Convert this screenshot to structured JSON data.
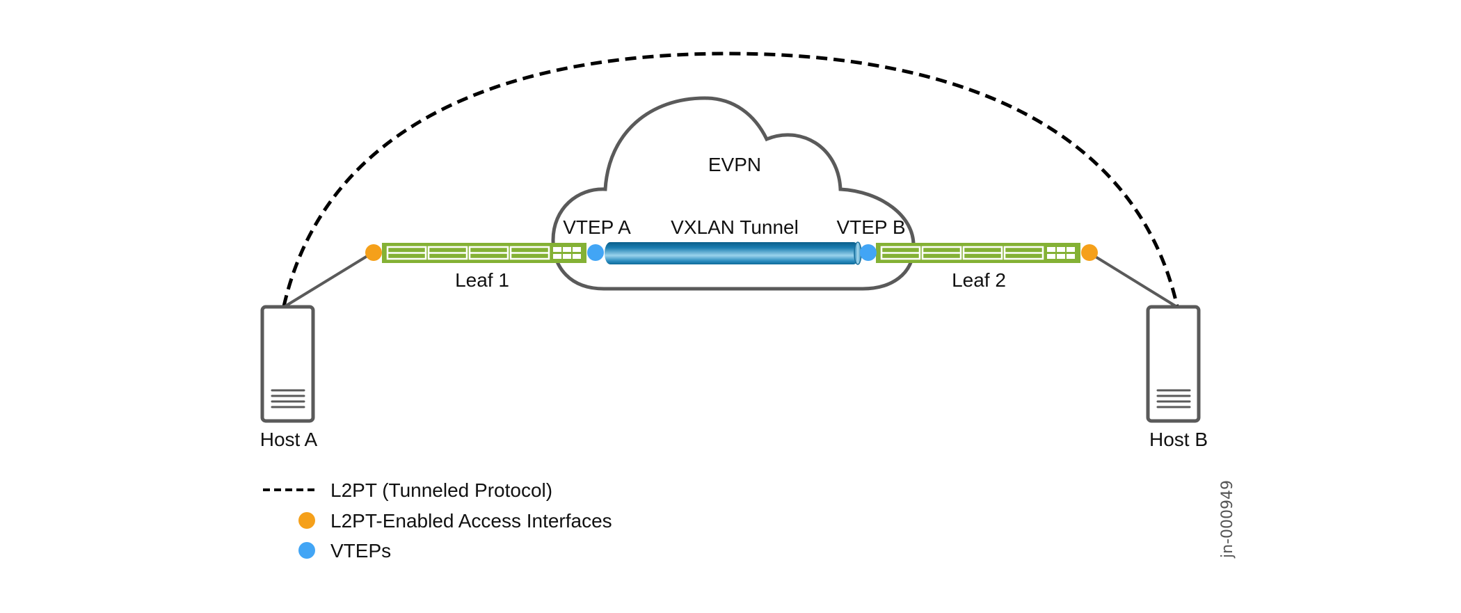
{
  "diagram": {
    "type": "network-topology",
    "colors": {
      "access_interface": "#f5a01a",
      "vtep": "#42a5f5",
      "switch": "#84b135",
      "outline": "#555555",
      "l2pt_line": "#000000",
      "tunnel_dark": "#0a5e8a",
      "tunnel_light": "#9ad3ec"
    },
    "cloud": {
      "label": "EVPN"
    },
    "tunnel": {
      "label": "VXLAN Tunnel"
    },
    "vteps": [
      {
        "id": "vtep-a",
        "label": "VTEP A"
      },
      {
        "id": "vtep-b",
        "label": "VTEP B"
      }
    ],
    "leaves": [
      {
        "id": "leaf-1",
        "label": "Leaf 1"
      },
      {
        "id": "leaf-2",
        "label": "Leaf 2"
      }
    ],
    "hosts": [
      {
        "id": "host-a",
        "label": "Host A"
      },
      {
        "id": "host-b",
        "label": "Host B"
      }
    ],
    "links": [
      {
        "from": "host-a",
        "to": "leaf-1",
        "style": "solid"
      },
      {
        "from": "leaf-1",
        "to": "vtep-a",
        "style": "attached"
      },
      {
        "from": "vtep-a",
        "to": "vtep-b",
        "style": "vxlan-tunnel"
      },
      {
        "from": "vtep-b",
        "to": "leaf-2",
        "style": "attached"
      },
      {
        "from": "leaf-2",
        "to": "host-b",
        "style": "solid"
      },
      {
        "from": "host-a",
        "to": "host-b",
        "style": "dashed",
        "meaning": "L2PT"
      }
    ],
    "legend": [
      {
        "symbol": "dashed-line",
        "label": "L2PT (Tunneled Protocol)"
      },
      {
        "symbol": "orange-dot",
        "label": "L2PT-Enabled Access Interfaces"
      },
      {
        "symbol": "blue-dot",
        "label": "VTEPs"
      }
    ],
    "figure_id": "jn-000949"
  }
}
